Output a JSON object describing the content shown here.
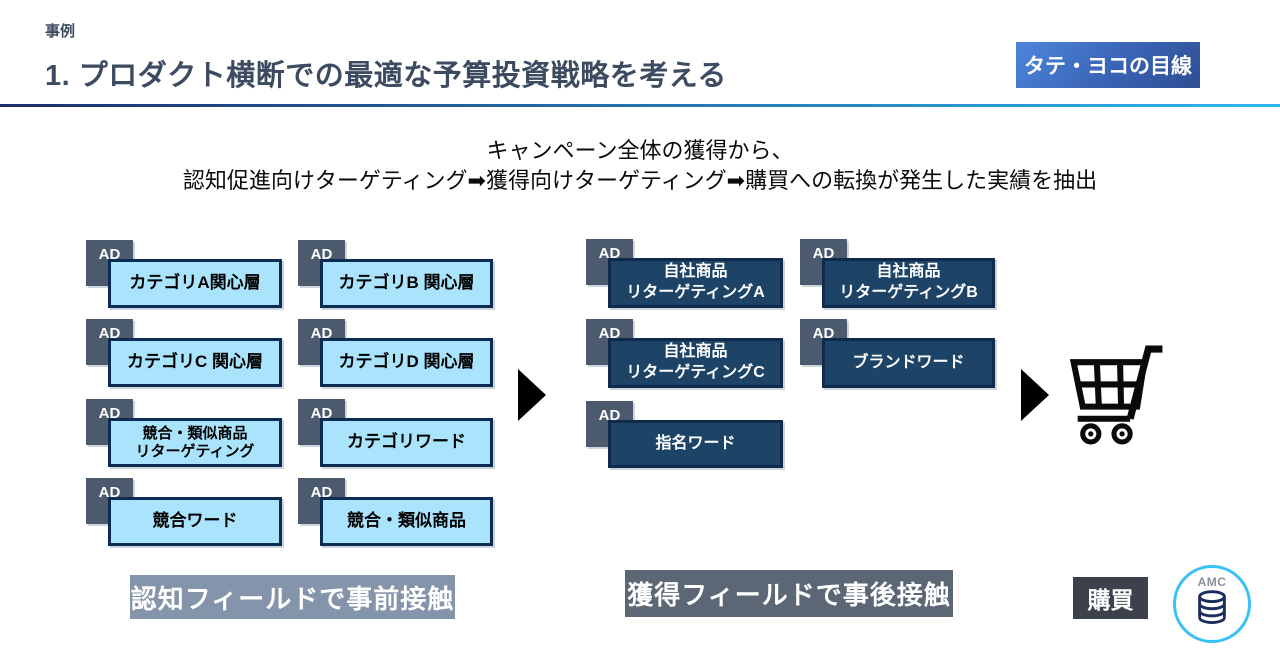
{
  "header": {
    "eyebrow": "事例",
    "title": "1. プロダクト横断での最適な予算投資戦略を考える",
    "badge": "タテ・ヨコの目線"
  },
  "description": {
    "line1": "キャンペーン全体の獲得から、",
    "line2": "認知促進向けターゲティング➡獲得向けターゲティング➡購買への転換が発生した実績を抽出"
  },
  "ad_tag_label": "AD",
  "awareness_group": {
    "labels": [
      "カテゴリA関心層",
      "カテゴリB 関心層",
      "カテゴリC 関心層",
      "カテゴリD 関心層",
      "競合・類似商品\nリターゲティング",
      "カテゴリワード",
      "競合ワード",
      "競合・類似商品"
    ],
    "caption": "認知フィールドで事前接触"
  },
  "acquisition_group": {
    "labels": [
      "自社商品\nリターゲティングA",
      "自社商品\nリターゲティングB",
      "自社商品\nリターゲティングC",
      "ブランドワード",
      "指名ワード"
    ],
    "caption": "獲得フィールドで事後接触"
  },
  "purchase_label": "購買",
  "amc_label": "AMC",
  "colors": {
    "title_text": "#3d4b61",
    "badge_gradient_start": "#4e86dd",
    "badge_gradient_end": "#2e4e93",
    "divider_start": "#1d2e6b",
    "divider_end": "#2cb6f0",
    "light_box_fill": "#a9e4fc",
    "light_box_border": "#0c2b55",
    "dark_box_fill": "#1d4467",
    "dark_box_border": "#102a4c",
    "ad_tag": "#4c5a6d",
    "caption_awareness": "#8394ab",
    "caption_acquisition": "#5c6776",
    "purchase_box": "#3b424d",
    "amc_ring": "#39c1f5",
    "db_icon": "#1b2d5e"
  }
}
